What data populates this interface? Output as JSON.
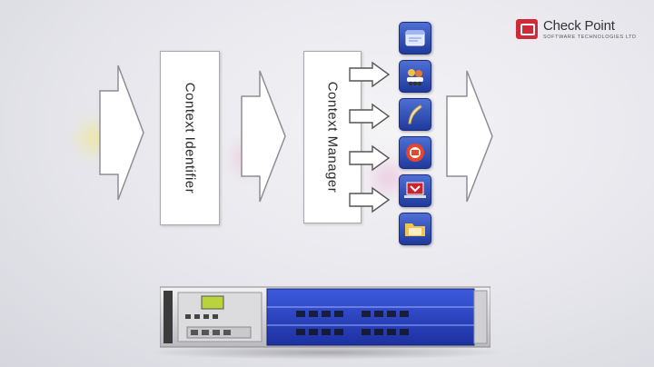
{
  "labels": {
    "identifier": "Context Identifier",
    "manager": "Context Manager"
  },
  "logo": {
    "name": "Check Point",
    "tagline": "SOFTWARE TECHNOLOGIES LTD",
    "brand_color": "#cf2a3a"
  },
  "icons": [
    {
      "name": "window-icon",
      "glyph": "▭"
    },
    {
      "name": "users-icon",
      "glyph": "☻"
    },
    {
      "name": "quill-icon",
      "glyph": "✎"
    },
    {
      "name": "alert-icon",
      "glyph": "⏺"
    },
    {
      "name": "laptop-icon",
      "glyph": "▼"
    },
    {
      "name": "folder-icon",
      "glyph": "▰"
    }
  ],
  "colors": {
    "icon_blue": "#2a47b0",
    "appliance_blue": "#2b46c8",
    "arrow_fill": "#ffffff",
    "arrow_stroke": "#8d8d98"
  }
}
